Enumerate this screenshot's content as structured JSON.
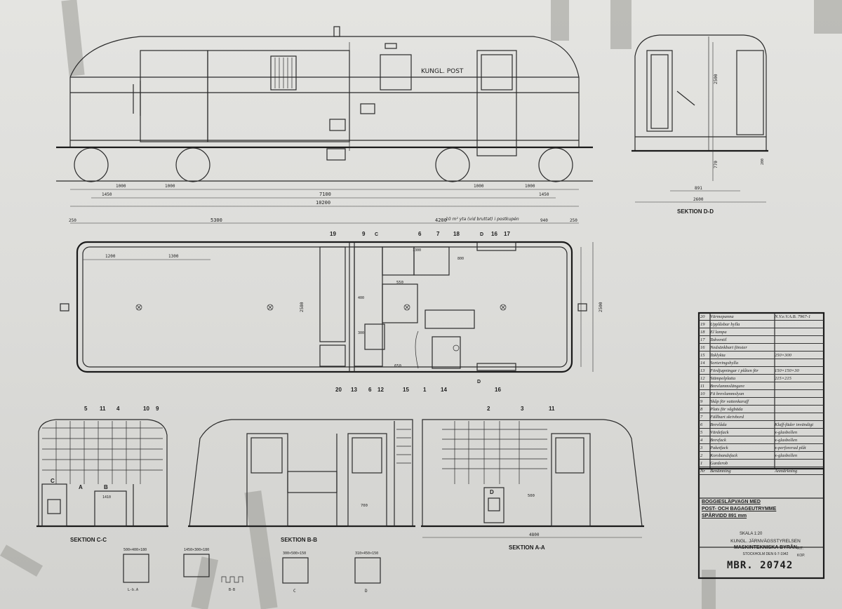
{
  "car": {
    "side_label": "KUNGL. POST",
    "note_top": "10 m² yta (vid bruttat) i postkupén"
  },
  "dimensions": {
    "wheel_left_1": "1450",
    "wheel_left_2": "1000",
    "wheel_left_3": "1000",
    "wheel_right_1": "1000",
    "wheel_right_2": "1000",
    "wheel_right_3": "1450",
    "bogie_span": "7100",
    "total_length": "10200",
    "seg_a": "5300",
    "seg_b": "4200",
    "seg_c": "940",
    "seg_edge_l": "250",
    "seg_edge_r": "250",
    "window_1": "1200",
    "window_2": "1300",
    "width_plan": "2580",
    "width_outer": "2500",
    "sec_d_width": "2600",
    "sec_d_inner": "891",
    "sec_d_height": "2500",
    "sec_d_floor": "770",
    "sec_d_small": "200",
    "sec_a_width": "4800",
    "sec_a_dim": "500",
    "sec_b_dim": "700",
    "sec_c_dim": "1410",
    "plan_650": "650",
    "plan_800": "800",
    "plan_1300": "1300",
    "plan_550": "550",
    "plan_400": "400",
    "plan_300": "300"
  },
  "plan_numbers": [
    "19",
    "9",
    "C",
    "6",
    "7",
    "18",
    "D",
    "16",
    "17",
    "20",
    "13",
    "6",
    "12",
    "15",
    "1",
    "14",
    "D",
    "16"
  ],
  "section_labels": {
    "c": "SEKTION C-C",
    "b": "SEKTION B-B",
    "a": "SEKTION A-A",
    "d": "SEKTION D-D"
  },
  "section_numbers": {
    "c": [
      "5",
      "11",
      "4",
      "10",
      "9"
    ],
    "a": [
      "2",
      "3",
      "11"
    ]
  },
  "legend": {
    "rows": [
      {
        "n": "20",
        "name": "Värmepanna",
        "note": "N.V.e.V.A.B. 7967-1"
      },
      {
        "n": "19",
        "name": "Upplåsbar hylla",
        "note": ""
      },
      {
        "n": "18",
        "name": "El lampa",
        "note": ""
      },
      {
        "n": "17",
        "name": "Takventil",
        "note": ""
      },
      {
        "n": "16",
        "name": "Nedsänkbart fönster",
        "note": ""
      },
      {
        "n": "15",
        "name": "Taklykta",
        "note": "250×300"
      },
      {
        "n": "14",
        "name": "Sorteringshylla",
        "note": ""
      },
      {
        "n": "13",
        "name": "Fördjupningar i plåten för",
        "note": "150×150×30"
      },
      {
        "n": "12",
        "name": "Stämpelplatta",
        "note": "215×215"
      },
      {
        "n": "11",
        "name": "Brevlammslängare",
        "note": ""
      },
      {
        "n": "10",
        "name": "Fä brevlammslyan",
        "note": ""
      },
      {
        "n": "9",
        "name": "Skåp för vattenkaraff",
        "note": ""
      },
      {
        "n": "8",
        "name": "Plats för vågbäda",
        "note": ""
      },
      {
        "n": "7",
        "name": "Fällbart skrivbord",
        "note": ""
      },
      {
        "n": "6",
        "name": "Brevlåda",
        "note": "Klaff-fäder invändigt"
      },
      {
        "n": "5",
        "name": "Värdefack",
        "note": "x-glasbollen"
      },
      {
        "n": "4",
        "name": "Brevfack",
        "note": "x-glasbollen"
      },
      {
        "n": "3",
        "name": "Paketfack",
        "note": "x-perforerad plåt"
      },
      {
        "n": "2",
        "name": "Korsbandsfack",
        "note": "x-glasbollen"
      },
      {
        "n": "1",
        "name": "Garderob",
        "note": ""
      }
    ],
    "head_n": "Nr",
    "head_name": "Benämning",
    "head_note": "Anmärkning"
  },
  "title": {
    "line1": "BOGGIESLÄPVAGN MED",
    "line2": "POST- OCH BAGAGEUTRYMME",
    "line3": "SPÅRVIDD 891 mm",
    "scale": "SKALA 1:20",
    "org1": "KUNGL. JÄRNVÄGSSTYRELSEN",
    "org2": "MASKINTEKNISKA BYRÅN",
    "place": "STOCKHOLM DEN 6-7-1942",
    "rit": "RIT.",
    "kop": "KOP.",
    "drawing_no": "MBR. 20742"
  },
  "detail_labels": {
    "d1": "500×400×180",
    "d1_name": "L-b.A",
    "d2": "1450×300×180",
    "d2_name": "B-B",
    "d3": "300×500×150",
    "d3_name": "C",
    "d4": "310×450×150",
    "d4_name": "D"
  }
}
